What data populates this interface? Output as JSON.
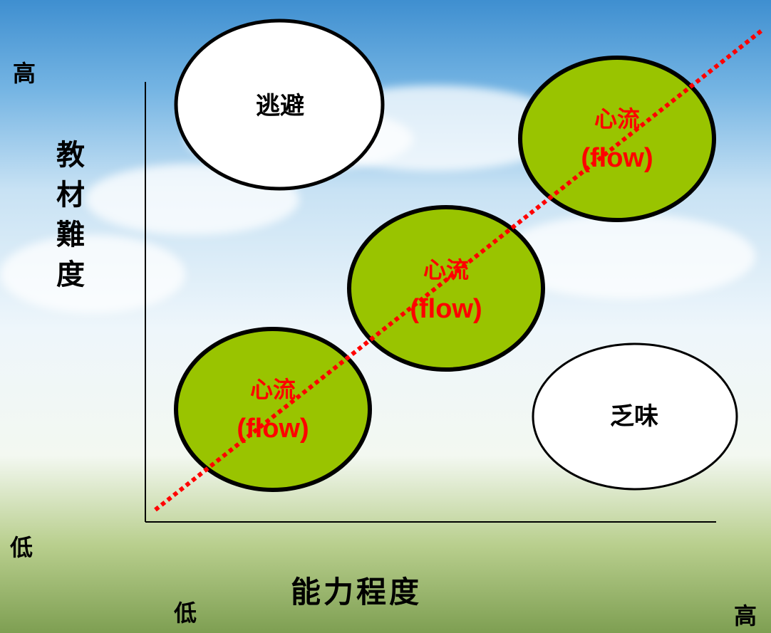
{
  "axes": {
    "y_label": "教材難度",
    "x_label": "能力程度",
    "y_high": "高",
    "y_low": "低",
    "x_low": "低",
    "x_high": "高"
  },
  "regions": {
    "escape": "逃避",
    "boredom": "乏味",
    "flow_cn": "心流",
    "flow_en": "(flow)"
  },
  "colors": {
    "flow_fill": "#99c400",
    "flow_text": "#ff0000",
    "diagonal": "#ff0000",
    "outline": "#000000"
  }
}
